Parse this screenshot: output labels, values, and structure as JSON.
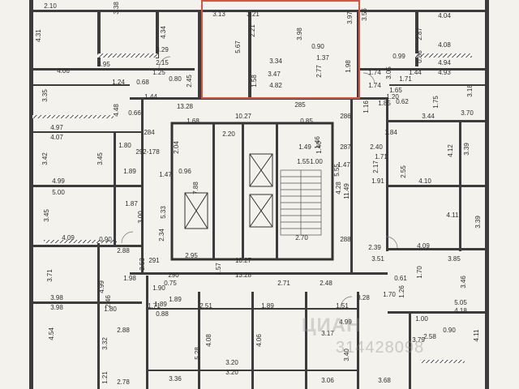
{
  "highlight_color": "#e0503a",
  "watermark": {
    "brand": "ЦИАН",
    "id": "314428098"
  },
  "dimensions": {
    "top": [
      "2.10",
      "3.38",
      "4.34",
      "3.13",
      "3.21",
      "5.67",
      "2.21",
      "3.98",
      "3.97",
      "3.56",
      "4.04",
      "4.08",
      "2.87",
      "3.29",
      "3.95",
      "2.15",
      "3.34",
      "3.47",
      "2.77",
      "4.06",
      "4.31",
      "4.94",
      "4.93",
      "1.74",
      "1.74",
      "1.58",
      "4.82",
      "1.98",
      "1.24",
      "0.68",
      "1.25",
      "0.80",
      "2.45",
      "3.05",
      "1.44",
      "1.71",
      "0.88",
      "0.99",
      "0.90",
      "1.37"
    ],
    "corridor": [
      "13.28",
      "285",
      "286",
      "284",
      "10.27",
      "2.20",
      "1.55",
      "1.00",
      "5.55",
      "1.49",
      "1.46",
      "1.47",
      "0.96",
      "7.88",
      "1.40",
      "4.28",
      "11.49",
      "2.70",
      "10.27",
      "13.28",
      "290",
      "291",
      "288",
      "287",
      "292-178",
      "2.04",
      "2.40",
      "2.17",
      "1.71",
      "1.91",
      "2.39",
      "2.95",
      "1.57",
      "1.68",
      "0.85"
    ],
    "left": [
      "3.35",
      "4.48",
      "4.97",
      "4.07",
      "3.42",
      "3.45",
      "1.80",
      "1.89",
      "1.47",
      "0.66",
      "1.44",
      "4.99",
      "5.00",
      "3.45",
      "1.87",
      "3.00",
      "4.09",
      "0.90",
      "2.88",
      "3.71",
      "5.33",
      "2.34",
      "1.98",
      "4.99",
      "2.53",
      "3.98",
      "3.98",
      "2.46",
      "1.80",
      "4.54",
      "2.88",
      "3.32",
      "2.78",
      "1.21"
    ],
    "right": [
      "3.44",
      "1.84",
      "3.70",
      "3.18",
      "1.75",
      "4.12",
      "3.39",
      "2.55",
      "4.10",
      "4.11",
      "3.39",
      "4.09",
      "1.85",
      "0.62",
      "1.16",
      "1.65",
      "1.20",
      "3.51",
      "3.85",
      "1.70",
      "3.46",
      "0.61",
      "1.26",
      "1.70",
      "5.05",
      "4.18",
      "4.11",
      "1.00",
      "3.79",
      "0.90",
      "2.58"
    ],
    "bottom": [
      "1.90",
      "1.89",
      "1.71",
      "2.51",
      "2.71",
      "2.48",
      "1.51",
      "3.28",
      "1.89",
      "1.89",
      "4.99",
      "5.28",
      "4.08",
      "4.06",
      "3.20",
      "3.20",
      "3.17",
      "3.40",
      "3.36",
      "3.06",
      "3.68",
      "0.75",
      "0.88"
    ]
  }
}
